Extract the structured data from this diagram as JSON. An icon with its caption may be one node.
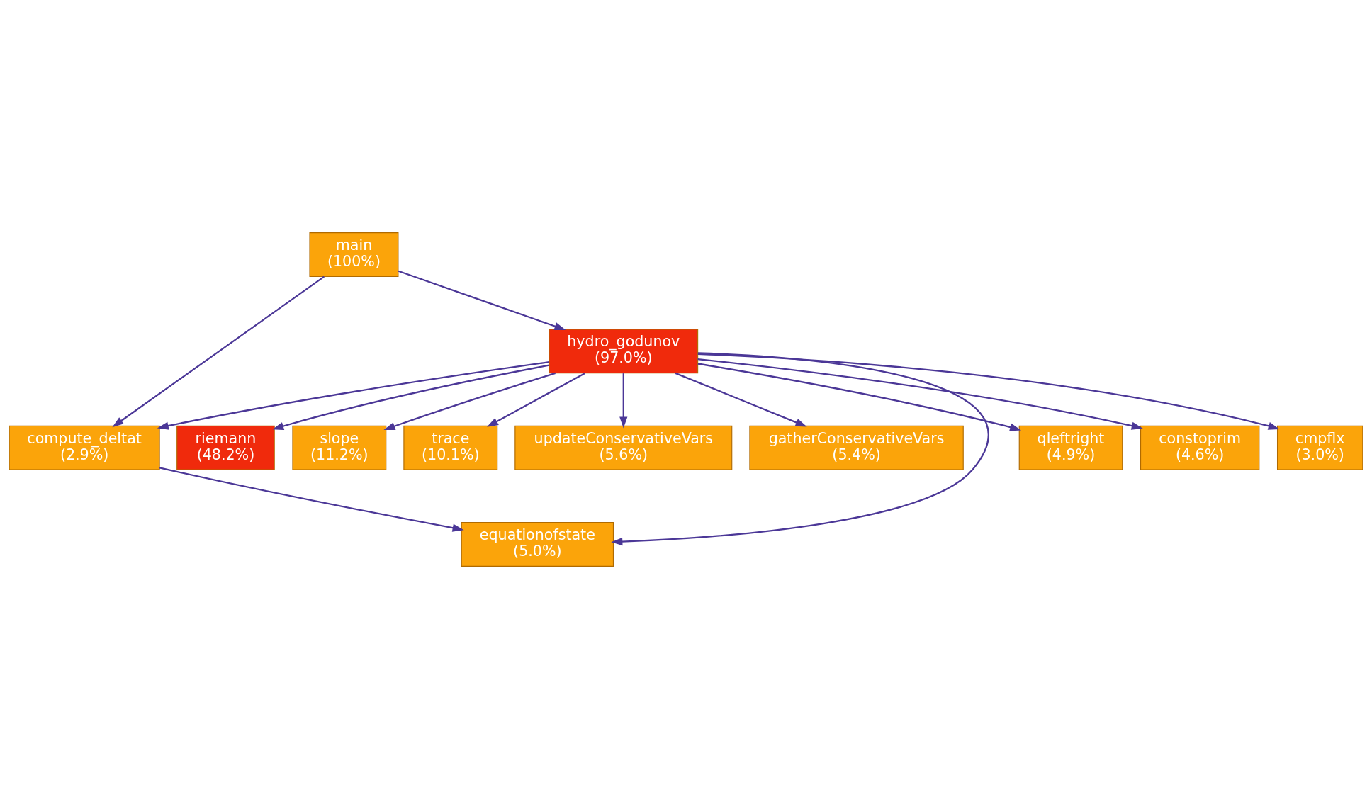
{
  "diagram": {
    "nodes": [
      {
        "text": [
          "main",
          "(100%)"
        ]
      },
      {
        "text": [
          "hydro_godunov",
          "(97.0%)"
        ]
      },
      {
        "text": [
          "compute_deltat",
          "(2.9%)"
        ]
      },
      {
        "text": [
          "riemann",
          "(48.2%)"
        ]
      },
      {
        "text": [
          "slope",
          "(11.2%)"
        ]
      },
      {
        "text": [
          "trace",
          "(10.1%)"
        ]
      },
      {
        "text": [
          "updateConservativeVars",
          "(5.6%)"
        ]
      },
      {
        "text": [
          "gatherConservativeVars",
          "(5.4%)"
        ]
      },
      {
        "text": [
          "equationofstate",
          "(5.0%)"
        ]
      },
      {
        "text": [
          "qleftright",
          "(4.9%)"
        ]
      },
      {
        "text": [
          "constoprim",
          "(4.6%)"
        ]
      },
      {
        "text": [
          "cmpflx",
          "(3.0%)"
        ]
      }
    ],
    "edges": [
      {
        "from": 0,
        "to": 1,
        "arrow": "to"
      },
      {
        "from": 0,
        "to": 2,
        "arrow": "to"
      },
      {
        "from": 1,
        "to": 2,
        "arrow": "to"
      },
      {
        "from": 1,
        "to": 3,
        "arrow": "to"
      },
      {
        "from": 1,
        "to": 4,
        "arrow": "to"
      },
      {
        "from": 1,
        "to": 5,
        "arrow": "to"
      },
      {
        "from": 1,
        "to": 6,
        "arrow": "to"
      },
      {
        "from": 1,
        "to": 9,
        "arrow": "to"
      },
      {
        "from": 1,
        "to": 10,
        "arrow": "to"
      },
      {
        "from": 1,
        "to": 7,
        "arrow": "to"
      },
      {
        "from": 1,
        "to": 11,
        "arrow": "to"
      },
      {
        "from": 1,
        "to": 8,
        "arrow": "to"
      },
      {
        "from": 2,
        "to": 8,
        "arrow": "to"
      }
    ]
  }
}
